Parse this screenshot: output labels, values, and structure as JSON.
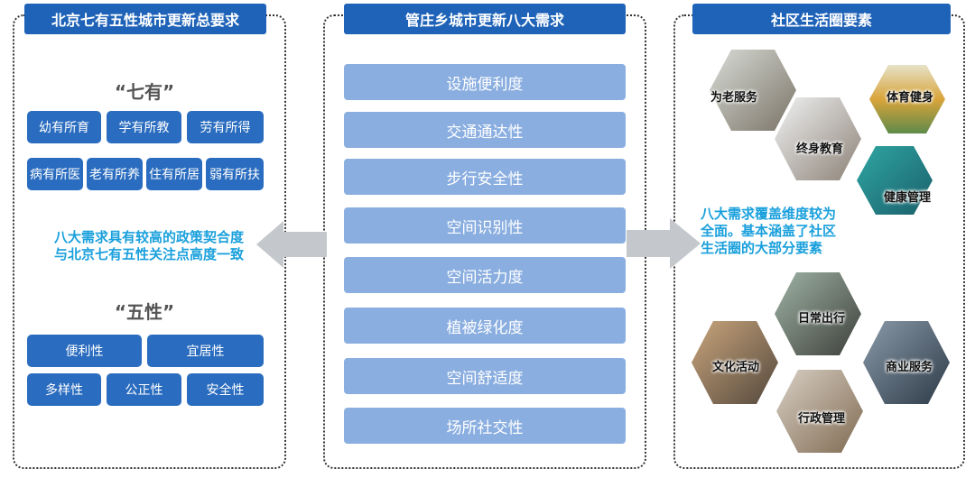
{
  "left": {
    "title": "北京七有五性城市更新总要求",
    "qiyou_label": "“七有”",
    "qiyou_row1": [
      "幼有所育",
      "学有所教",
      "劳有所得"
    ],
    "qiyou_row2": [
      "病有所医",
      "老有所养",
      "住有所居",
      "弱有所扶"
    ],
    "note_line1": "八大需求具有较高的政策契合度",
    "note_line2": "与北京七有五性关注点高度一致",
    "wuxing_label": "“五性”",
    "wuxing_row1": [
      "便利性",
      "宜居性"
    ],
    "wuxing_row2": [
      "多样性",
      "公正性",
      "安全性"
    ]
  },
  "middle": {
    "title": "管庄乡城市更新八大需求",
    "needs": [
      "设施便利度",
      "交通通达性",
      "步行安全性",
      "空间识别性",
      "空间活力度",
      "植被绿化度",
      "空间舒适度",
      "场所社交性"
    ]
  },
  "right": {
    "title": "社区生活圈要素",
    "top_hexes": [
      "为老服务",
      "体育健身",
      "终身教育",
      "健康管理"
    ],
    "note_line1": "八大需求覆盖维度较为",
    "note_line2": "全面。基本涵盖了社区",
    "note_line3": "生活圈的大部分要素",
    "bottom_hexes": [
      "日常出行",
      "文化活动",
      "商业服务",
      "行政管理"
    ]
  },
  "colors": {
    "title_blue": "#1f63b8",
    "tag_blue": "#2a6cbf",
    "need_blue": "#8aaee0",
    "note_cyan": "#1aa0dc",
    "arrow_gray": "#c4c8cc"
  }
}
